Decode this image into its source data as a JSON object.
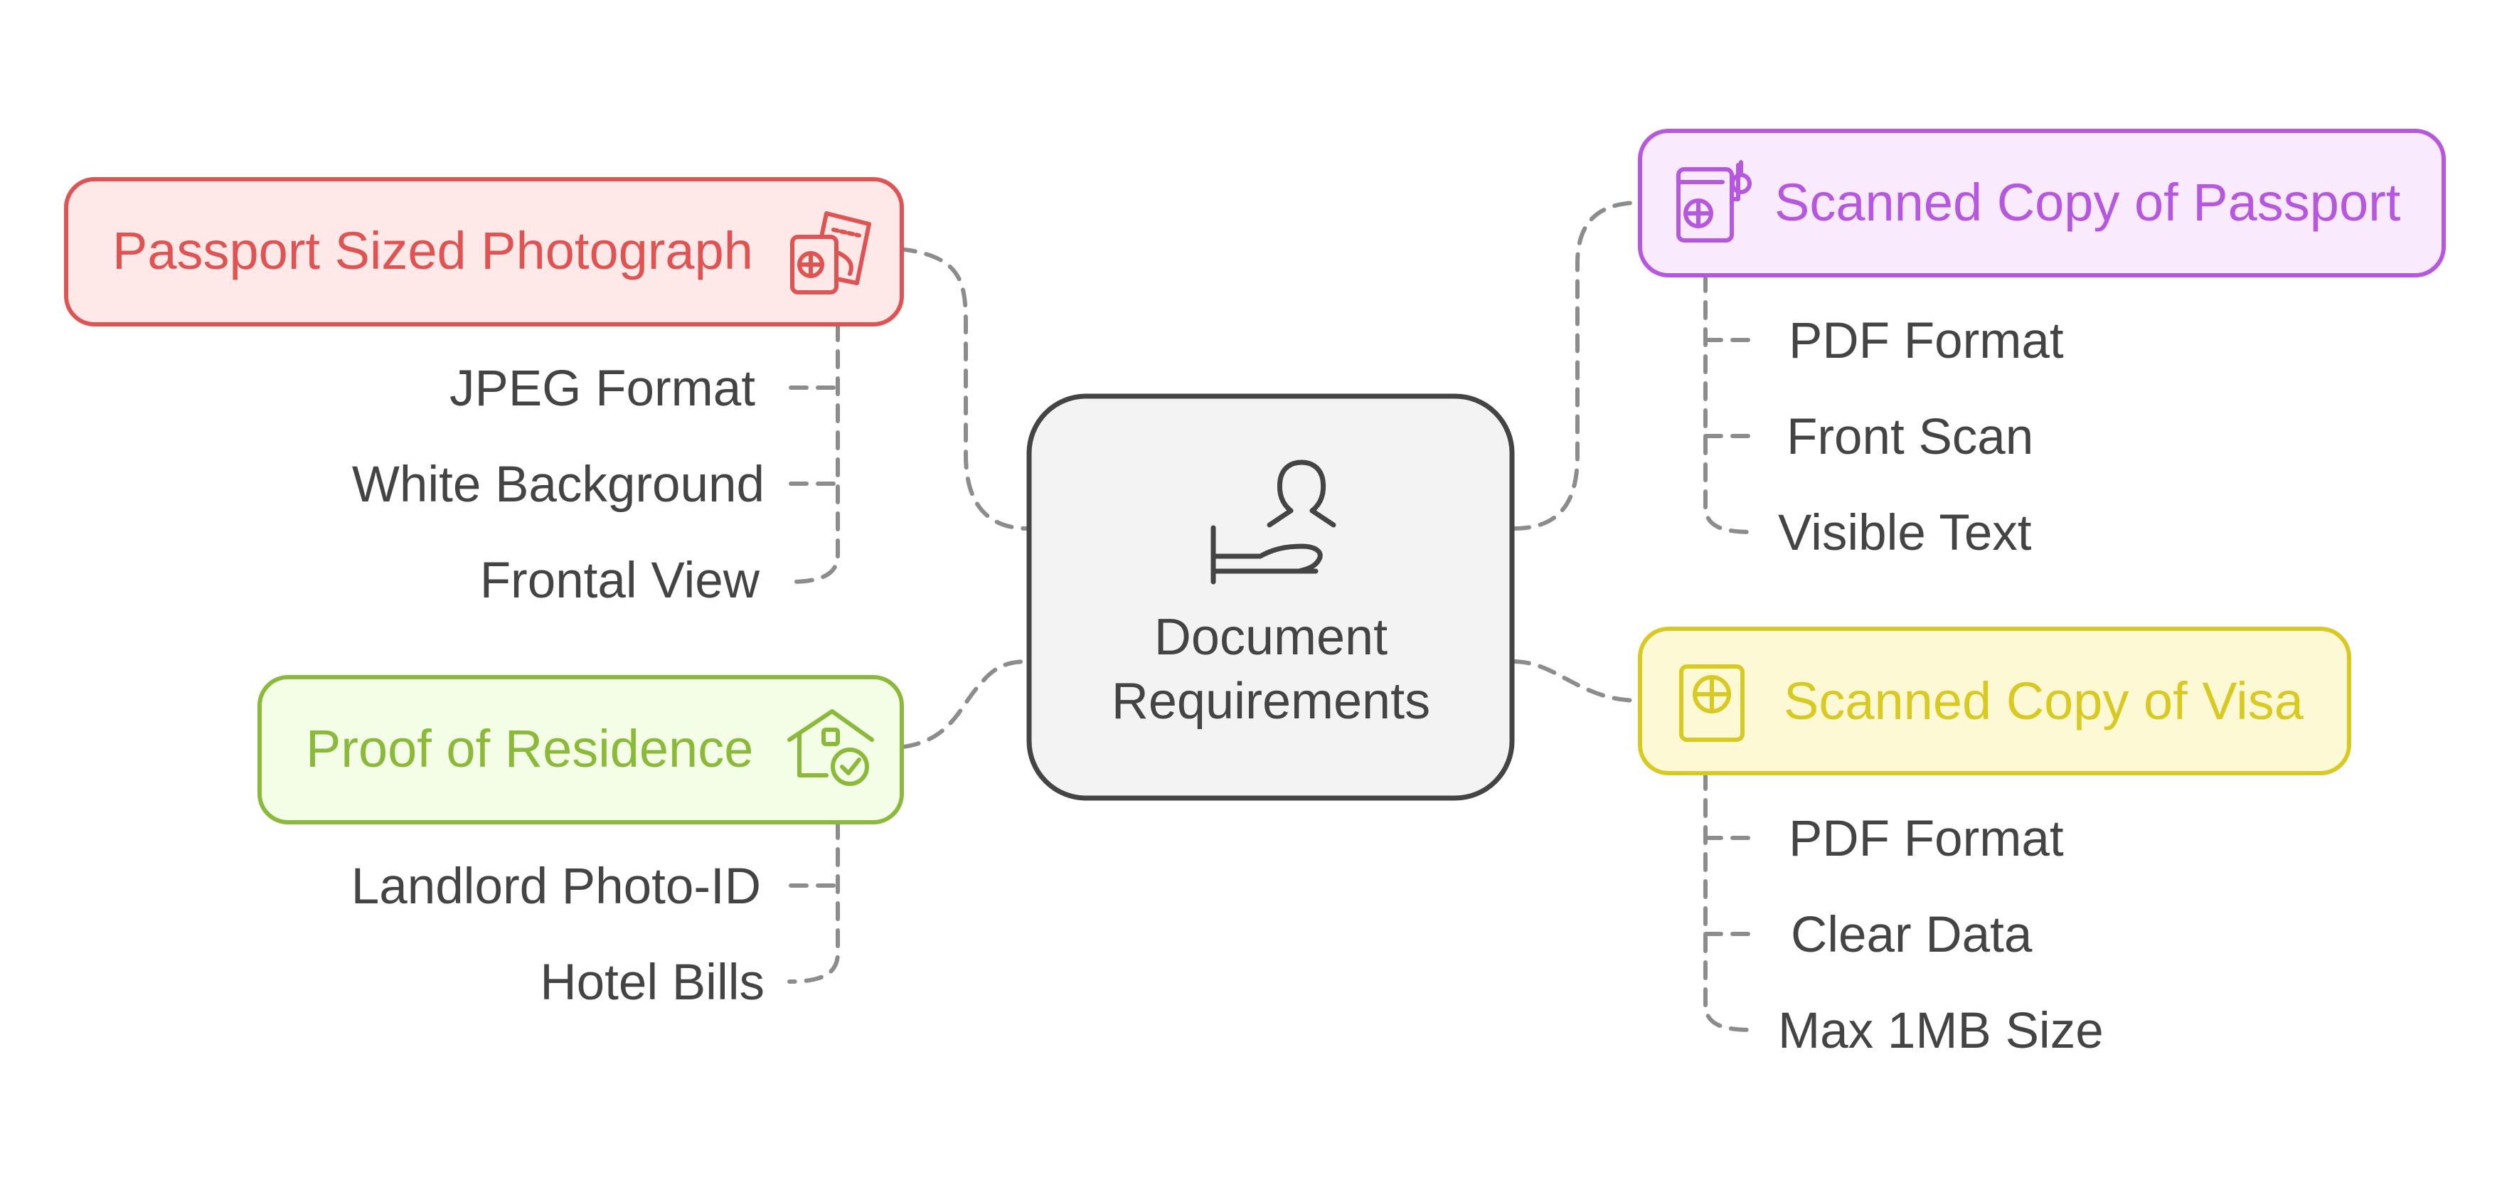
{
  "colors": {
    "passport_photo": "#e05353",
    "passport_photo_bg": "#ffe9e8",
    "passport_scan": "#b657e0",
    "passport_scan_bg": "#f9ebfd",
    "residence": "#8bb93a",
    "residence_bg": "#f4fde6",
    "visa": "#d9c923",
    "visa_bg": "#fdf9d4",
    "center_bg": "#f3f3f3",
    "center_border": "#444444",
    "text": "#444444",
    "connector": "#8c8c8c"
  },
  "center": {
    "icon": "person-bed-icon",
    "line1": "Document",
    "line2": "Requirements"
  },
  "nodes": {
    "passport_photo": {
      "title": "Passport Sized Photograph",
      "icon": "passport-ticket-icon",
      "items": [
        "JPEG Format",
        "White Background",
        "Frontal View"
      ]
    },
    "residence": {
      "title": "Proof of Residence",
      "icon": "house-check-icon",
      "items": [
        "Landlord Photo-ID",
        "Hotel Bills"
      ]
    },
    "passport_scan": {
      "title": "Scanned Copy of Passport",
      "icon": "passport-scan-icon",
      "items": [
        "PDF Format",
        "Front Scan",
        "Visible Text"
      ]
    },
    "visa": {
      "title": "Scanned Copy of Visa",
      "icon": "passport-icon",
      "items": [
        "PDF Format",
        "Clear Data",
        "Max 1MB Size"
      ]
    }
  }
}
